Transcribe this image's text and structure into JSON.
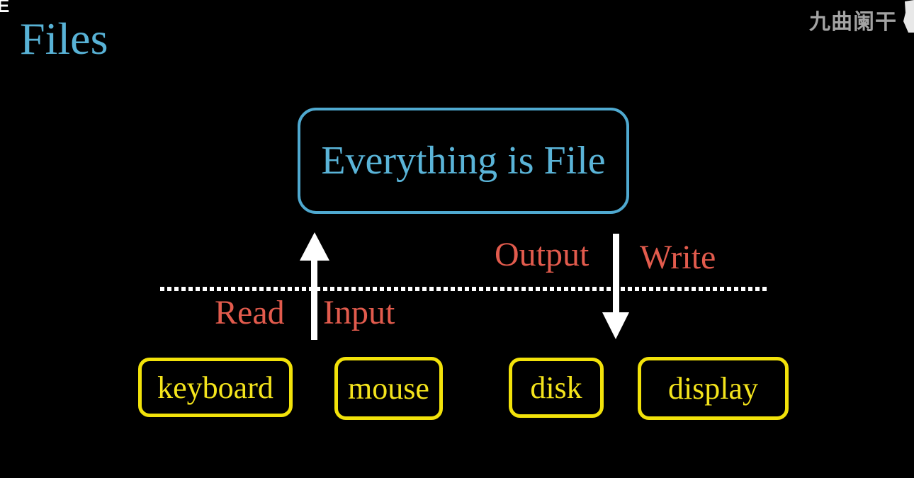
{
  "colors": {
    "background": "#000000",
    "accent_blue": "#58b2d6",
    "accent_red": "#e25b4d",
    "accent_yellow": "#f2e20a",
    "watermark_gray": "#a3a3a3",
    "arrow_white": "#ffffff"
  },
  "title": {
    "text": "Files"
  },
  "corner_fragment": {
    "text": "E"
  },
  "watermark": {
    "text": "九曲阑干"
  },
  "diagram": {
    "main_box": {
      "label": "Everything is File"
    },
    "flow_labels": {
      "read": "Read",
      "input": "Input",
      "output": "Output",
      "write": "Write"
    },
    "devices": [
      {
        "label": "keyboard"
      },
      {
        "label": "mouse"
      },
      {
        "label": "disk"
      },
      {
        "label": "display"
      }
    ]
  }
}
